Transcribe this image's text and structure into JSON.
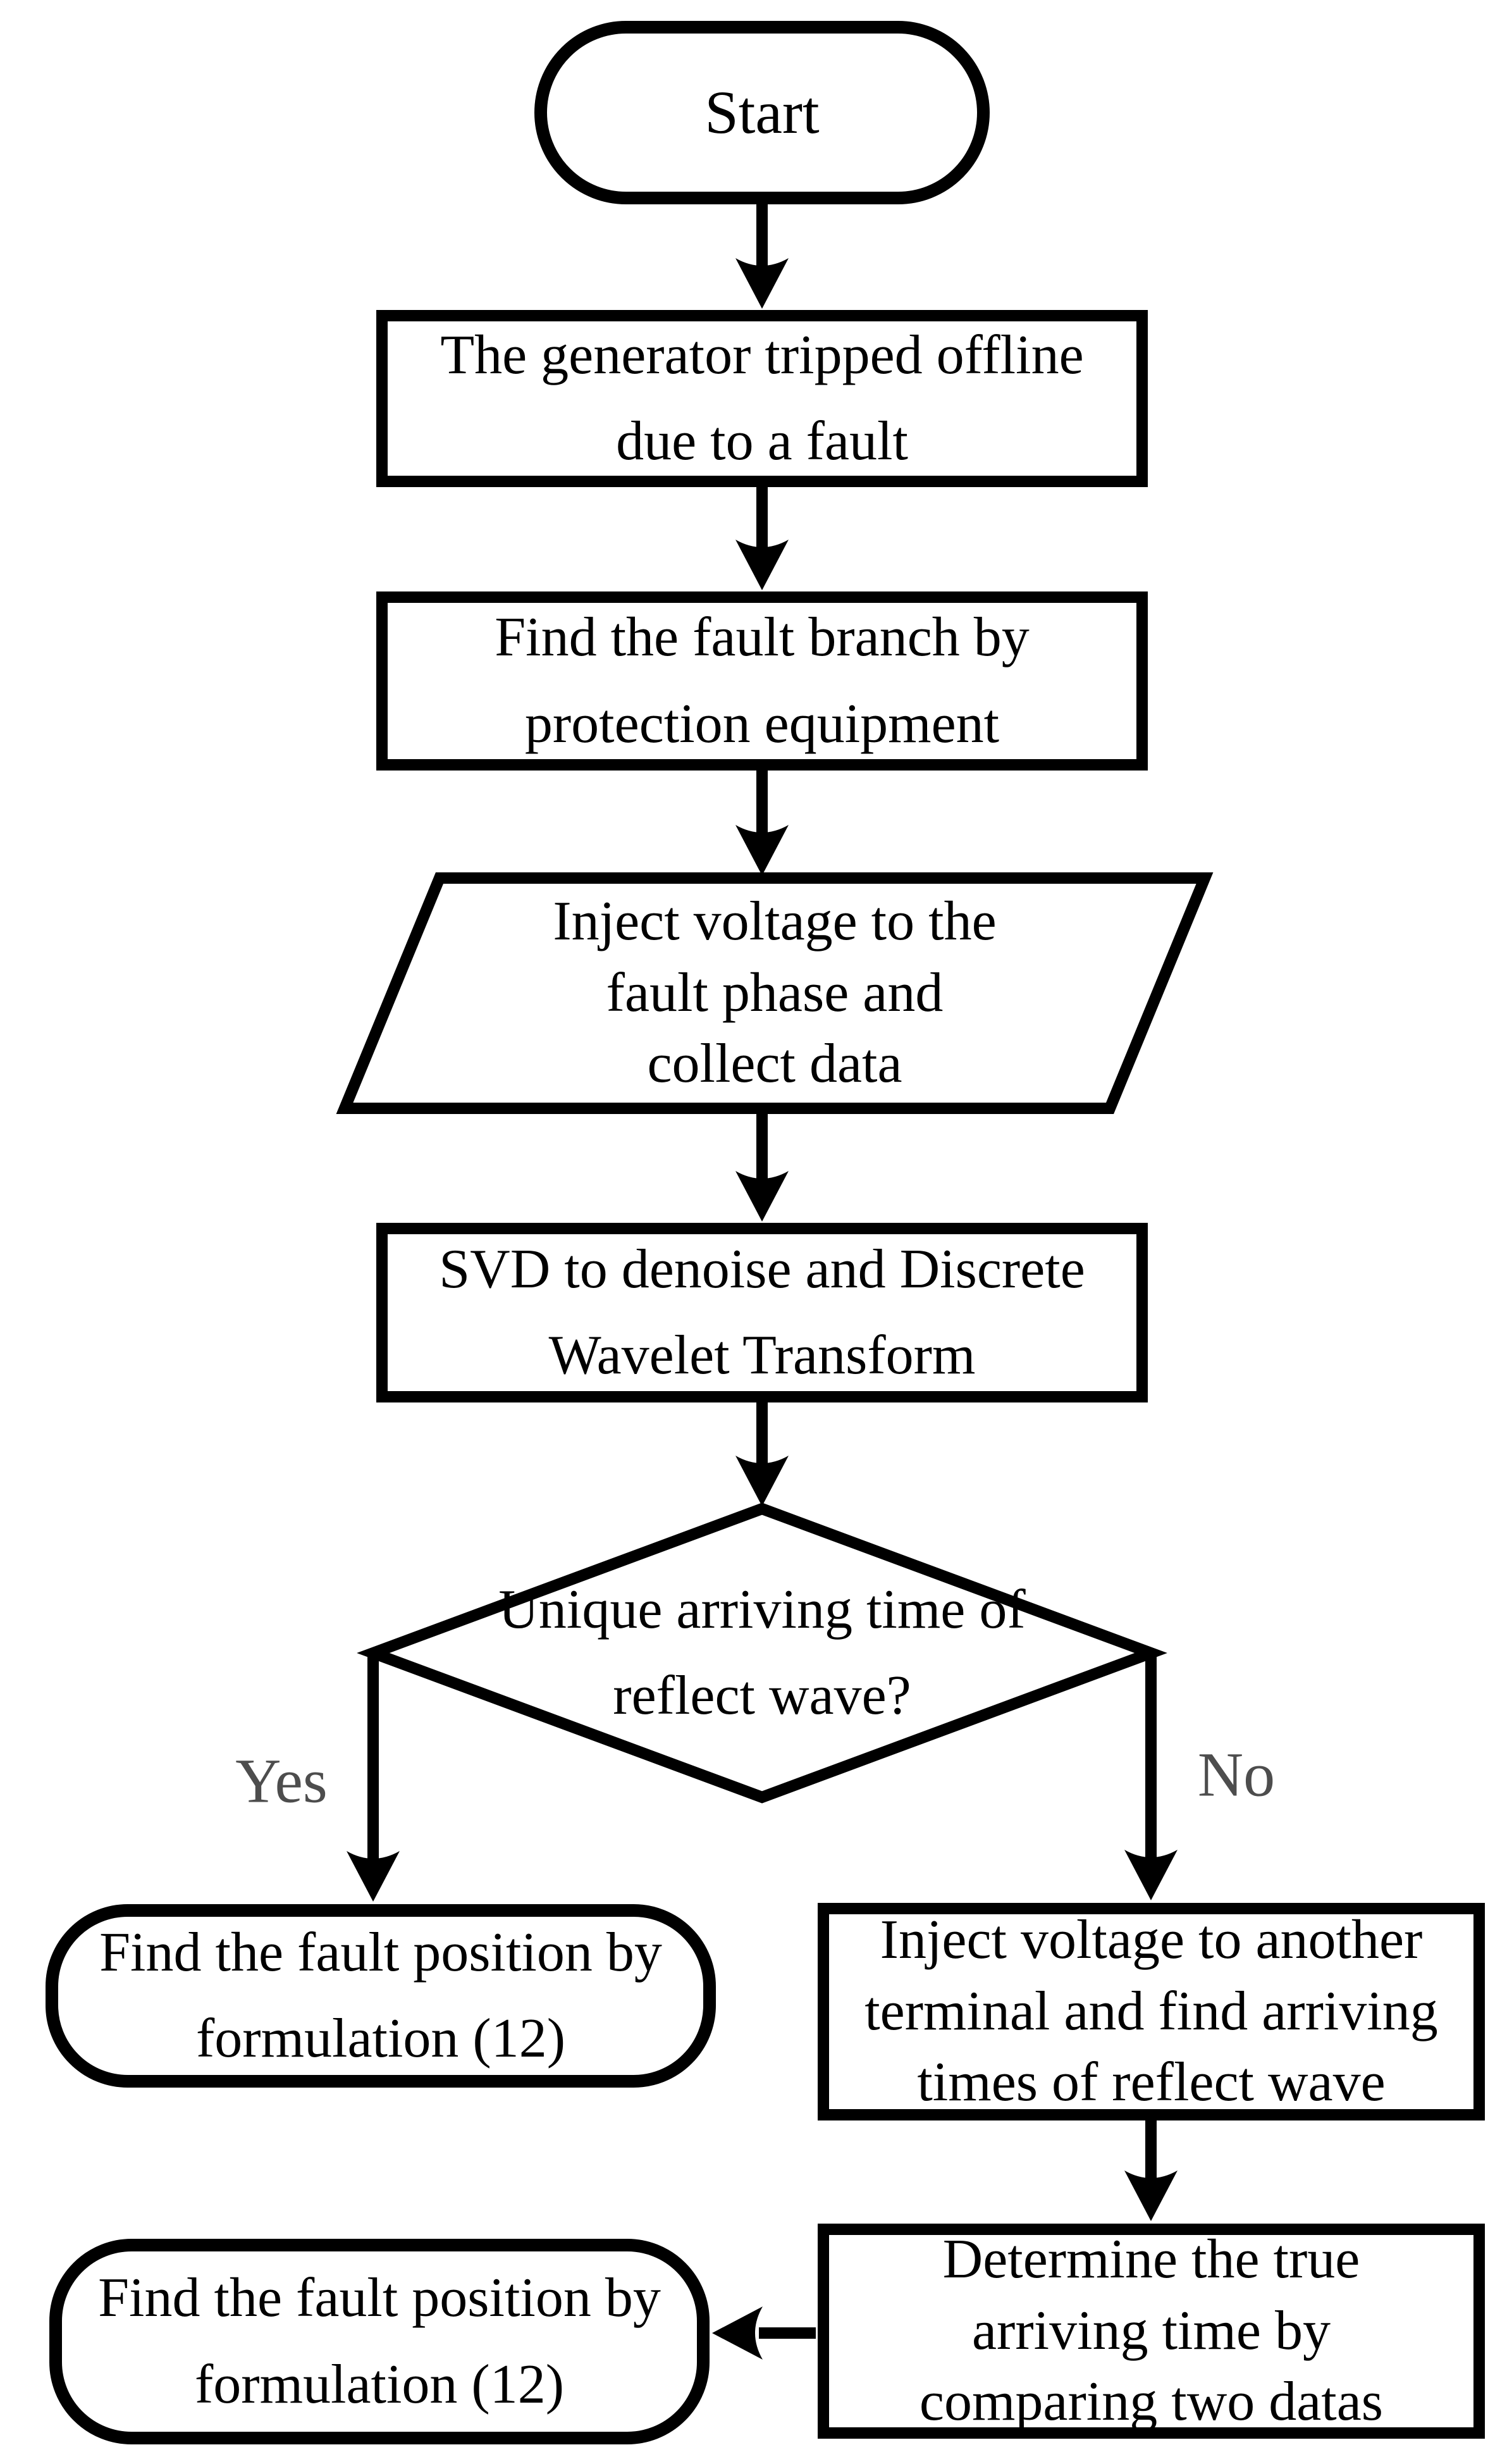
{
  "flowchart": {
    "nodes": {
      "start": {
        "shape": "terminator",
        "lines": [
          "Start"
        ]
      },
      "generator_tripped": {
        "shape": "process",
        "lines": [
          "The generator tripped offline",
          "due to a fault"
        ]
      },
      "find_fault_branch": {
        "shape": "process",
        "lines": [
          "Find the fault branch by",
          "protection equipment"
        ]
      },
      "inject_voltage_fault_phase": {
        "shape": "data-parallelogram",
        "lines": [
          "Inject voltage to the",
          "fault phase and",
          "collect data"
        ]
      },
      "svd_denoise_dwt": {
        "shape": "process",
        "lines": [
          "SVD to denoise and Discrete",
          "Wavelet Transform"
        ]
      },
      "unique_arriving_time": {
        "shape": "decision",
        "lines": [
          "Unique arriving time of",
          "reflect wave?"
        ]
      },
      "find_fault_position_yes": {
        "shape": "terminator",
        "lines": [
          "Find the fault position by",
          "formulation (12)"
        ]
      },
      "inject_another_terminal": {
        "shape": "process",
        "lines": [
          "Inject voltage to another",
          "terminal and find arriving",
          "times of reflect wave"
        ]
      },
      "determine_true_time": {
        "shape": "process",
        "lines": [
          "Determine the true",
          "arriving time by",
          "comparing two datas"
        ]
      },
      "find_fault_position_no": {
        "shape": "terminator",
        "lines": [
          "Find the fault position by",
          "formulation (12)"
        ]
      }
    },
    "branch_labels": {
      "yes": "Yes",
      "no": "No"
    },
    "colors": {
      "stroke": "#000000",
      "fill": "#ffffff",
      "text": "#000000",
      "branch_label": "#4d4d4d",
      "background": "#ffffff"
    }
  }
}
